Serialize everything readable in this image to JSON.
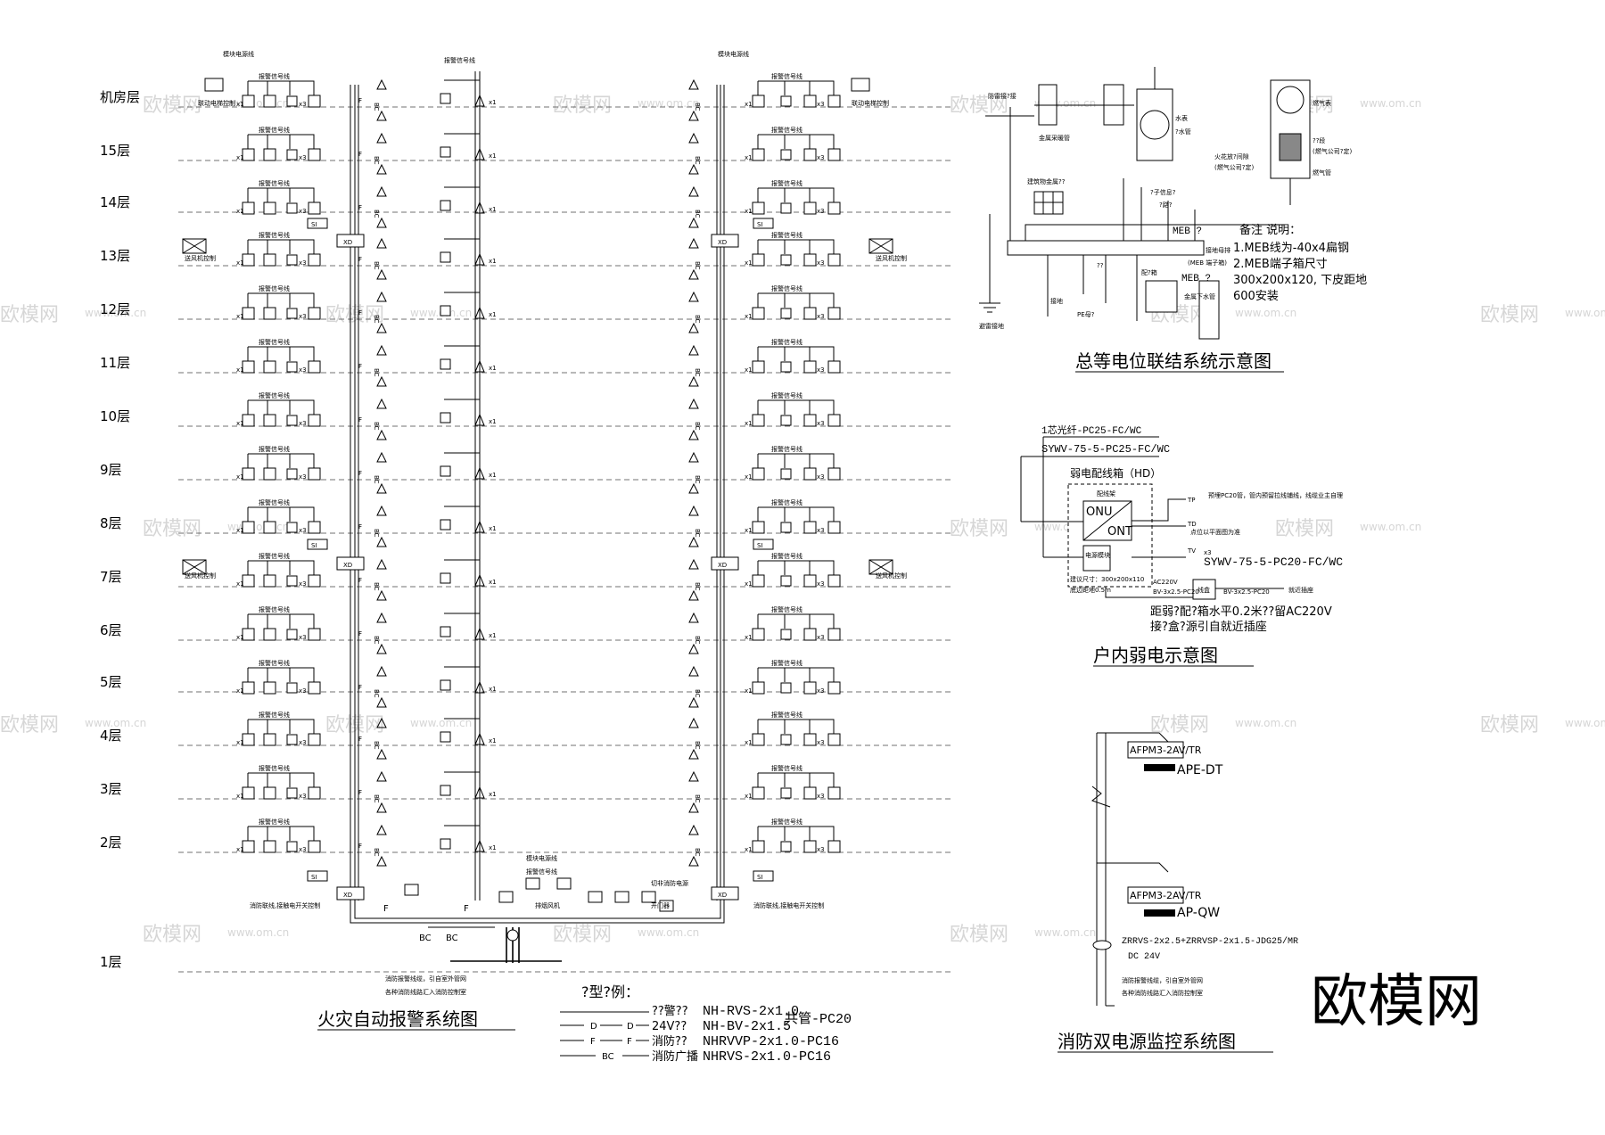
{
  "watermark": {
    "text": "欧模网",
    "url": "www.om.cn"
  },
  "brand_logo": "欧模网",
  "floors": [
    "机房层",
    "15层",
    "14层",
    "13层",
    "12层",
    "11层",
    "10层",
    "9层",
    "8层",
    "7层",
    "6层",
    "5层",
    "4层",
    "3层",
    "2层",
    "1层"
  ],
  "fire_alarm": {
    "title": "火灾自动报警系统图",
    "label_module_power": "模块电源线",
    "label_alarm_signal": "报警信号线",
    "label_xd": "XD",
    "label_bc": "BC",
    "label_f": "F",
    "label_d": "D",
    "label_x1": "x1",
    "label_x3": "x3",
    "label_si": "SI",
    "label_lift": "联动电梯控制",
    "label_pressurize": "送风机控制",
    "label_exhaust": "排烟风机",
    "label_fire_door": "开门器",
    "label_cut_power": "切非消防电源",
    "bottom_note_left": "消防联线,接触电开关控制",
    "bottom_note_right": "消防联线,接触电开关控制",
    "entry_note_1": "消防报警线缆，引自室外管网",
    "entry_note_2": "各种消防线路汇入消防控制室"
  },
  "legend": {
    "title": "?型?例：",
    "rows": [
      {
        "symbol": "",
        "desc": "??警??",
        "spec": "NH-RVS-2x1.0"
      },
      {
        "symbol": "D",
        "desc": "24V??",
        "spec": "NH-BV-2x1.5"
      },
      {
        "symbol": "F",
        "desc": "消防??",
        "spec": "NHRVVP-2x1.0-PC16"
      },
      {
        "symbol": "BC",
        "desc": "消防广播",
        "spec": "NHRVS-2x1.0-PC16"
      }
    ],
    "shared_pipe": "共管-PC20"
  },
  "meb": {
    "title": "总等电位联结系统示意图",
    "labels": {
      "lightning": "防雷接?接",
      "metal_pipe": "金属采暖管",
      "water_meter": "水表",
      "water_pipe": "?水管",
      "gas_meter": "燃气表",
      "fire_valve": "火花放?间隙",
      "gas_co": "(燃气公司?定)",
      "gas_co2": "??段",
      "gas_co3": "(燃气公司?定)",
      "gas_pipe": "燃气管",
      "building_metal": "建筑物金属??",
      "tv": "?子信息?",
      "phone": "?路?",
      "meb": "MEB ?",
      "terminal": "接地母排",
      "meb_box": "(MEB 端子箱)",
      "pe": "PE母?",
      "dist": "配?箱",
      "meb2": "MEB ?",
      "ground": "接地",
      "metal_down": "金属下水管",
      "lightning_ground": "避雷接地",
      "p1": "??",
      "p2": "??"
    },
    "notes_title": "备注 说明：",
    "notes": [
      "1.MEB线为-40x4扁钢",
      "2.MEB端子箱尺寸",
      "300x200x120, 下皮距地",
      "600安装"
    ]
  },
  "weak": {
    "title": "户内弱电示意图",
    "cable1": "1芯光纤-PC25-FC/WC",
    "cable2": "SYWV-75-5-PC25-FC/WC",
    "box_title": "弱电配线箱（HD）",
    "rack": "配线架",
    "onu": "ONU",
    "ont": "ONT",
    "power_module": "电源模块",
    "size_note": "建议尺寸：300x200x110",
    "height_note": "底边距地0.5m",
    "ac": "AC220V",
    "bv1": "BV-3x2.5-PC20",
    "bv2": "BV-3x2.5-PC20",
    "jbox": "线盒",
    "socket_note": "就近插座",
    "tp": "TP",
    "td": "TD",
    "tv": "TV",
    "x3": "x3",
    "pipe_note": "预埋PC20管，管内预留拉线铺线，线缆业主自理",
    "pos_note": "点位以平面图为准",
    "sywv": "SYWV-75-5-PC20-FC/WC",
    "note1": "距弱?配?箱水平0.2米??留AC220V",
    "note2": "接?盒?源引自就近插座"
  },
  "dual": {
    "title": "消防双电源监控系统图",
    "dev1": "AFPM3-2AV/TR",
    "panel1": "APE-DT",
    "dev2": "AFPM3-2AV/TR",
    "panel2": "AP-QW",
    "cable": "ZRRVS-2x2.5+ZRRVSP-2x1.5-JDG25/MR",
    "dc": "DC 24V",
    "note1": "消防报警线缆，引自室外管网",
    "note2": "各种消防线路汇入消防控制室"
  }
}
